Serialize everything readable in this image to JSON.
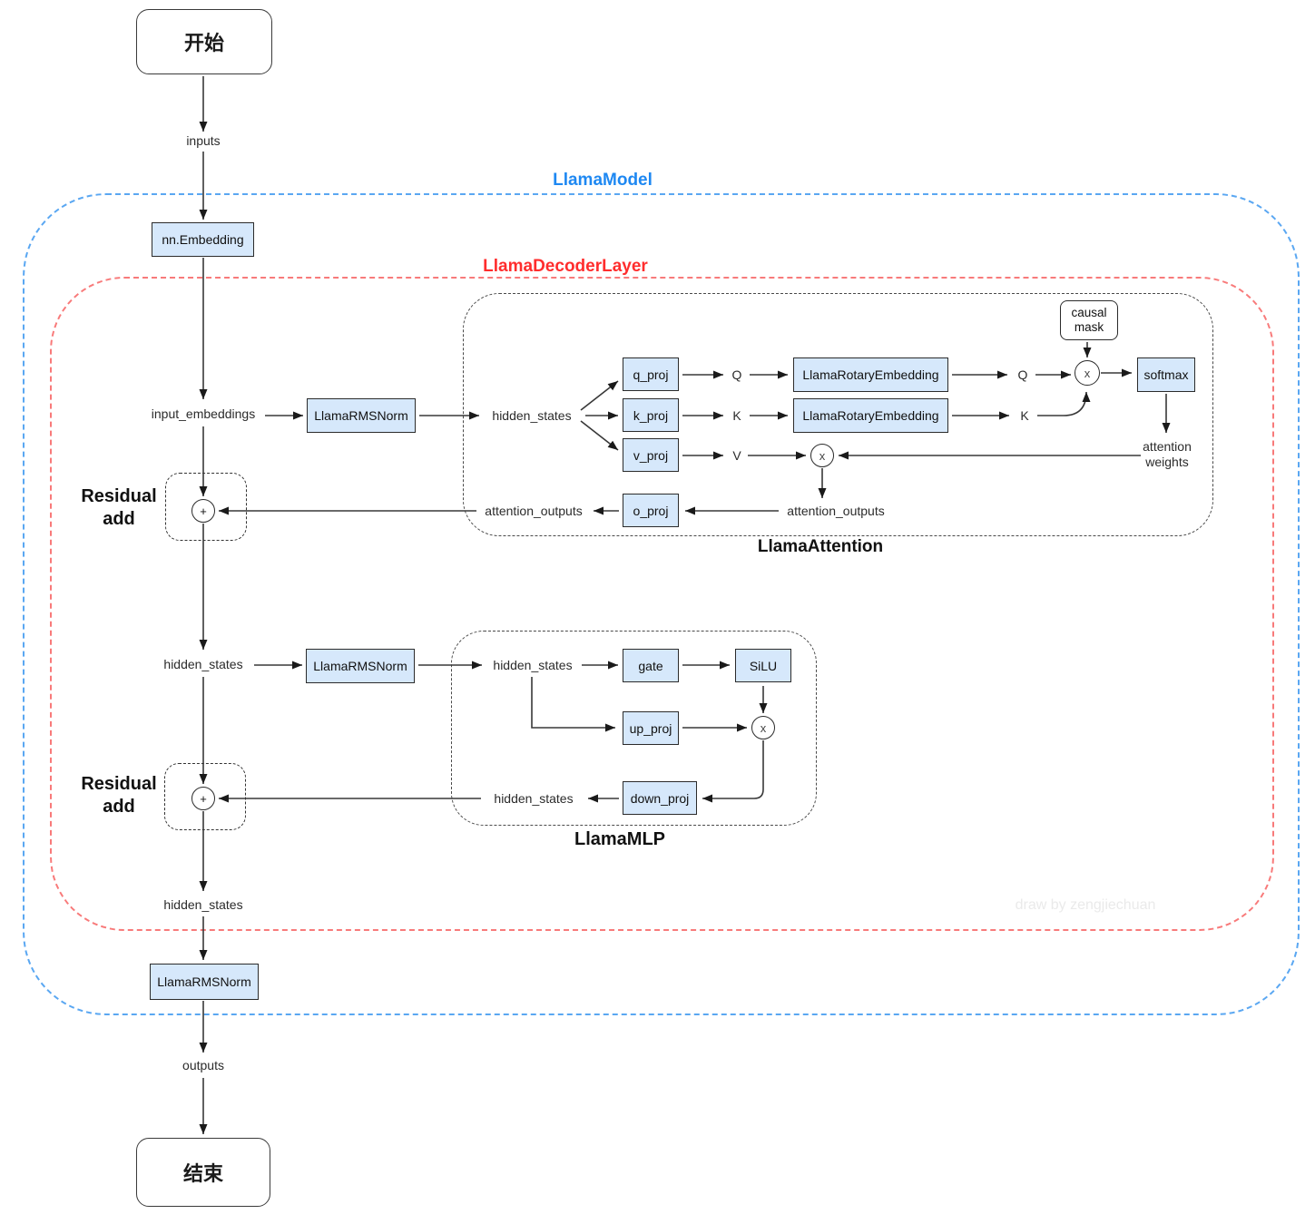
{
  "colors": {
    "node_fill": "#d6e8fb",
    "node_border": "#2b2b2b",
    "model_dash": "#5aa7f2",
    "model_label": "#1e88f2",
    "decoder_dash": "#f87a7a",
    "decoder_label": "#ff2d2d",
    "arrow": "#383838"
  },
  "terminals": {
    "start": "开始",
    "end": "结束"
  },
  "containers": {
    "model": {
      "label": "LlamaModel"
    },
    "decoder": {
      "label": "LlamaDecoderLayer"
    },
    "attention": {
      "label": "LlamaAttention"
    },
    "mlp": {
      "label": "LlamaMLP"
    }
  },
  "main_flow": {
    "inputs": "inputs",
    "embedding": "nn.Embedding",
    "input_embeddings": "input_embeddings",
    "rmsnorm_attn": "LlamaRMSNorm",
    "hidden_states_mid": "hidden_states",
    "rmsnorm_mlp": "LlamaRMSNorm",
    "hidden_states_out": "hidden_states",
    "rmsnorm_final": "LlamaRMSNorm",
    "outputs": "outputs"
  },
  "residual1": {
    "label": "Residual add",
    "plus": "+"
  },
  "residual2": {
    "label": "Residual add",
    "plus": "+"
  },
  "attention": {
    "hidden_states": "hidden_states",
    "q_proj": "q_proj",
    "k_proj": "k_proj",
    "v_proj": "v_proj",
    "q1": "Q",
    "k1": "K",
    "v1": "V",
    "rotary_q": "LlamaRotaryEmbedding",
    "rotary_k": "LlamaRotaryEmbedding",
    "q2": "Q",
    "k2": "K",
    "causal_mask": "causal mask",
    "matmul_qk": "x",
    "matmul_v": "x",
    "softmax": "softmax",
    "attention_weights": "attention weights",
    "attention_outputs_inner": "attention_outputs",
    "o_proj": "o_proj",
    "attention_outputs_out": "attention_outputs"
  },
  "mlp": {
    "hidden_states_in": "hidden_states",
    "gate": "gate",
    "silu": "SiLU",
    "up_proj": "up_proj",
    "mul": "x",
    "down_proj": "down_proj",
    "hidden_states_out": "hidden_states"
  },
  "watermark": "draw by zengjiechuan"
}
